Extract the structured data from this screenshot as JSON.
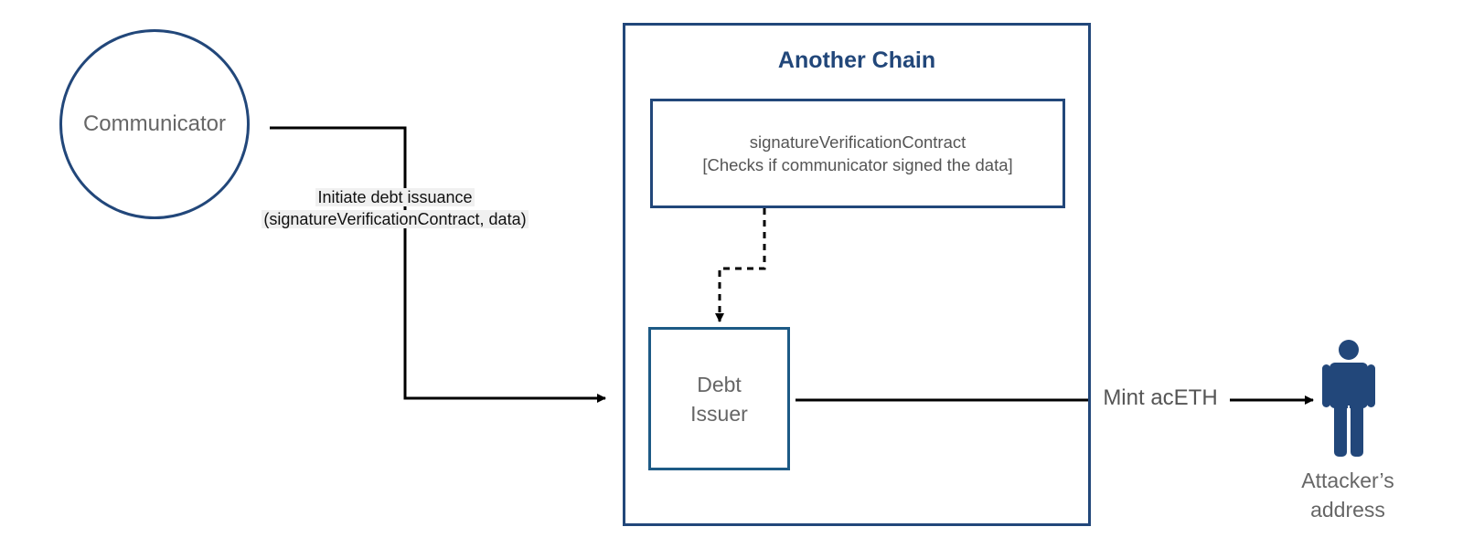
{
  "nodes": {
    "communicator": "Communicator",
    "chain_title": "Another Chain",
    "signature_contract": {
      "line1": "signatureVerificationContract",
      "line2": "[Checks if communicator signed the data]"
    },
    "debt_issuer": {
      "line1": "Debt",
      "line2": "Issuer"
    },
    "attacker": {
      "icon": "person-icon",
      "line1": "Attacker’s",
      "line2": "address"
    }
  },
  "edges": {
    "initiate": {
      "line1": "Initiate debt issuance",
      "line2": "(signatureVerificationContract, data)"
    },
    "mint": "Mint acETH"
  },
  "colors": {
    "primary": "#22477a",
    "debt_border": "#1d5a85",
    "text_gray": "#666666",
    "label_bg": "#f0f0f0",
    "arrow": "#000000"
  }
}
